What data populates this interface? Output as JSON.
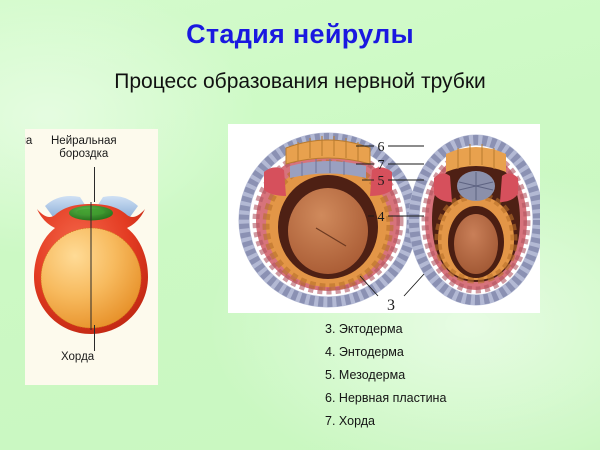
{
  "slide": {
    "title": "Стадия нейрулы",
    "subtitle": "Процесс образования нервной трубки",
    "title_color": "#1a18e0",
    "subtitle_color": "#111111",
    "background_color": "#ccf9c4"
  },
  "left_figure": {
    "panel_background": "#fdfaed",
    "labels": {
      "ectoderm_fragment": "ма",
      "neural_groove_line1": "Нейральная",
      "neural_groove_line2": "бороздка",
      "notochord": "Хорда"
    },
    "colors": {
      "outer_red": "#e23a24",
      "inner_orange": "#f4a23a",
      "neural_plate_green": "#2f8a22",
      "ectoderm_blue": "#a8c4e8"
    }
  },
  "right_figure": {
    "panel_background": "#ffffff",
    "callout_numbers": [
      "6",
      "7",
      "5",
      "4"
    ],
    "bottom_callout_number": "3",
    "colors": {
      "ectoderm_lavender": "#c3c8dd",
      "mesoderm_pink": "#d9737a",
      "endoderm_orange": "#e09240",
      "notochord_grey": "#8b90ab",
      "yolk_brown": "#b9683f"
    }
  },
  "legend": {
    "items": [
      {
        "number": "3.",
        "label": "Эктодерма"
      },
      {
        "number": "4.",
        "label": "Энтодерма"
      },
      {
        "number": "5.",
        "label": "Мезодерма"
      },
      {
        "number": "6.",
        "label": "Нервная пластина"
      },
      {
        "number": "7.",
        "label": "Хорда"
      }
    ]
  }
}
